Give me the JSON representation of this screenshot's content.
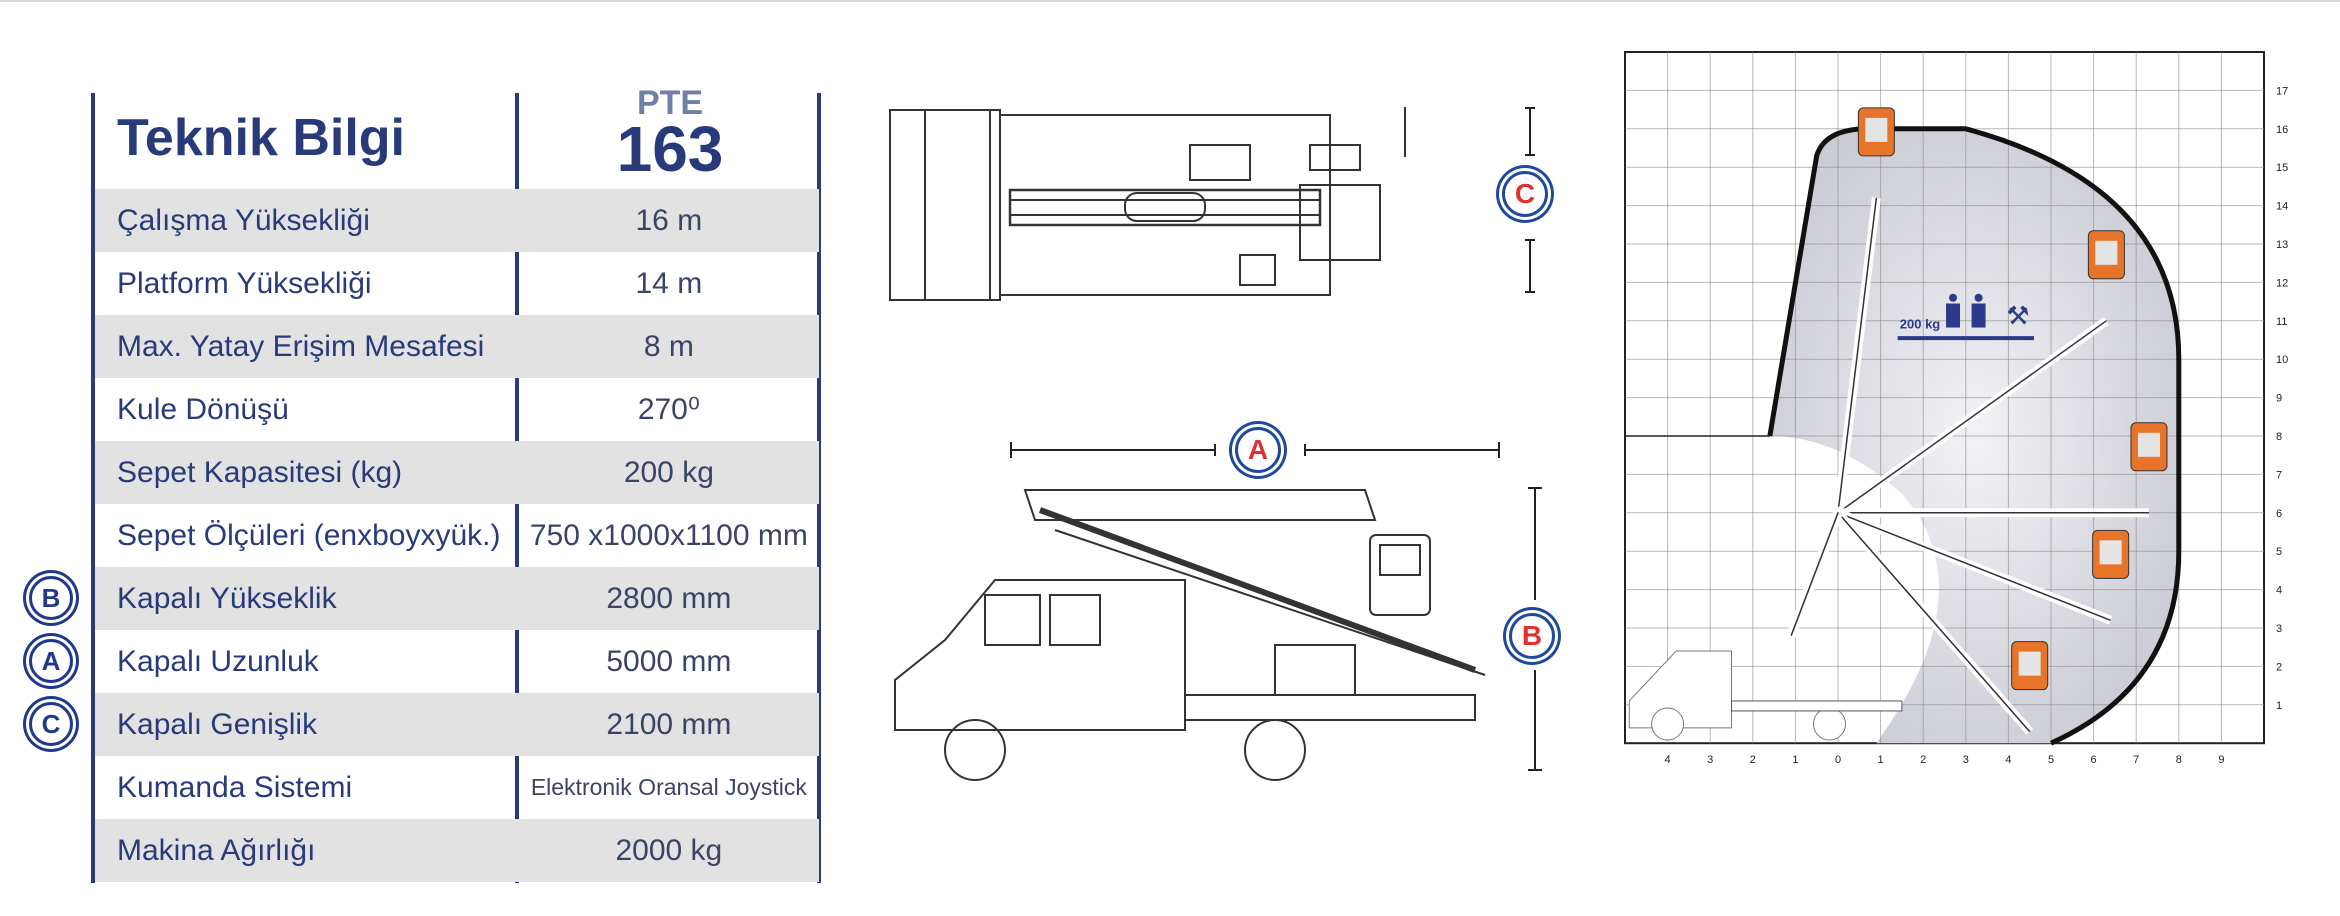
{
  "table": {
    "title": "Teknik Bilgi",
    "model_prefix": "PTE",
    "model_number": "163",
    "rows": [
      {
        "label": "Çalışma Yüksekliği",
        "value": "16 m"
      },
      {
        "label": "Platform Yüksekliği",
        "value": "14 m"
      },
      {
        "label": "Max. Yatay Erişim Mesafesi",
        "value": "8 m"
      },
      {
        "label": "Kule Dönüşü",
        "value": "270⁰"
      },
      {
        "label": "Sepet Kapasitesi (kg)",
        "value": "200 kg"
      },
      {
        "label": "Sepet Ölçüleri (enxboyxyük.)",
        "value": "750 x1000x1100 mm"
      },
      {
        "label": "Kapalı Yükseklik",
        "value": "2800 mm",
        "badge": "B"
      },
      {
        "label": "Kapalı Uzunluk",
        "value": "5000 mm",
        "badge": "A"
      },
      {
        "label": "Kapalı Genişlik",
        "value": "2100 mm",
        "badge": "C"
      },
      {
        "label": "Kumanda Sistemi",
        "value": "Elektronik Oransal Joystick"
      },
      {
        "label": "Makina Ağırlığı",
        "value": "2000 kg"
      }
    ]
  },
  "dimension_labels": {
    "a": "A",
    "b": "B",
    "c": "C"
  },
  "reach_chart": {
    "capacity_label": "200 kg",
    "x_ticks": [
      "4",
      "3",
      "2",
      "1",
      "0",
      "1",
      "2",
      "3",
      "4",
      "5",
      "6",
      "7",
      "8",
      "9"
    ],
    "y_ticks": [
      "1",
      "2",
      "3",
      "4",
      "5",
      "6",
      "7",
      "8",
      "9",
      "10",
      "11",
      "12",
      "13",
      "14",
      "15",
      "16",
      "17"
    ],
    "colors": {
      "envelope": "#c9cad2",
      "basket": "#e8742a",
      "accent": "#2b3a8a"
    }
  }
}
